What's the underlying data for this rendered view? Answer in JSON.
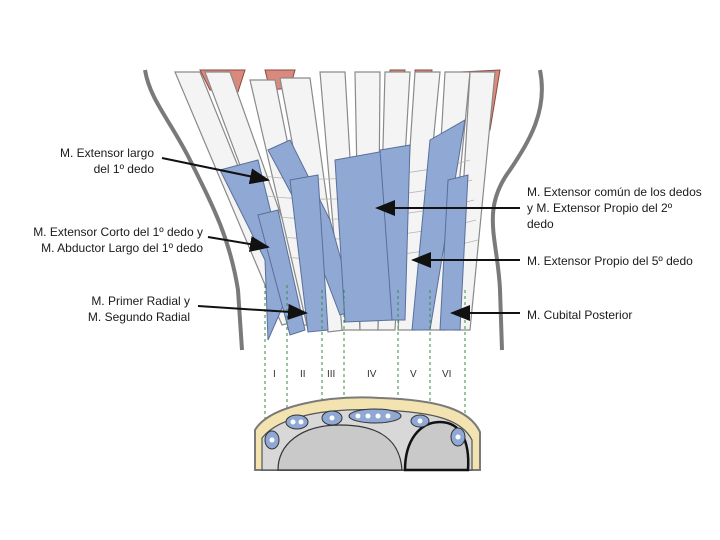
{
  "labels": {
    "extensor_largo": [
      "M. Extensor largo",
      "del 1º dedo"
    ],
    "extensor_corto": [
      "M. Extensor Corto del 1º dedo y",
      "M. Abductor Largo del 1º dedo"
    ],
    "primer_radial": [
      "M. Primer Radial y",
      "M. Segundo Radial"
    ],
    "extensor_comun": [
      "M. Extensor común de los dedos",
      "y M. Extensor Propio del 2º",
      "dedo"
    ],
    "extensor_propio_5": [
      "M. Extensor Propio del 5º dedo"
    ],
    "cubital_posterior": [
      "M. Cubital Posterior"
    ]
  },
  "compartments": [
    "I",
    "II",
    "III",
    "IV",
    "V",
    "VI"
  ],
  "colors": {
    "tendon_sheath": "#8fa8d4",
    "muscle": "#d98a7c",
    "bone": "#c9c9c9",
    "outline": "#7a7a7a",
    "guide_line": "#3a8a4a",
    "skin_layer": "#f3e3b0"
  }
}
